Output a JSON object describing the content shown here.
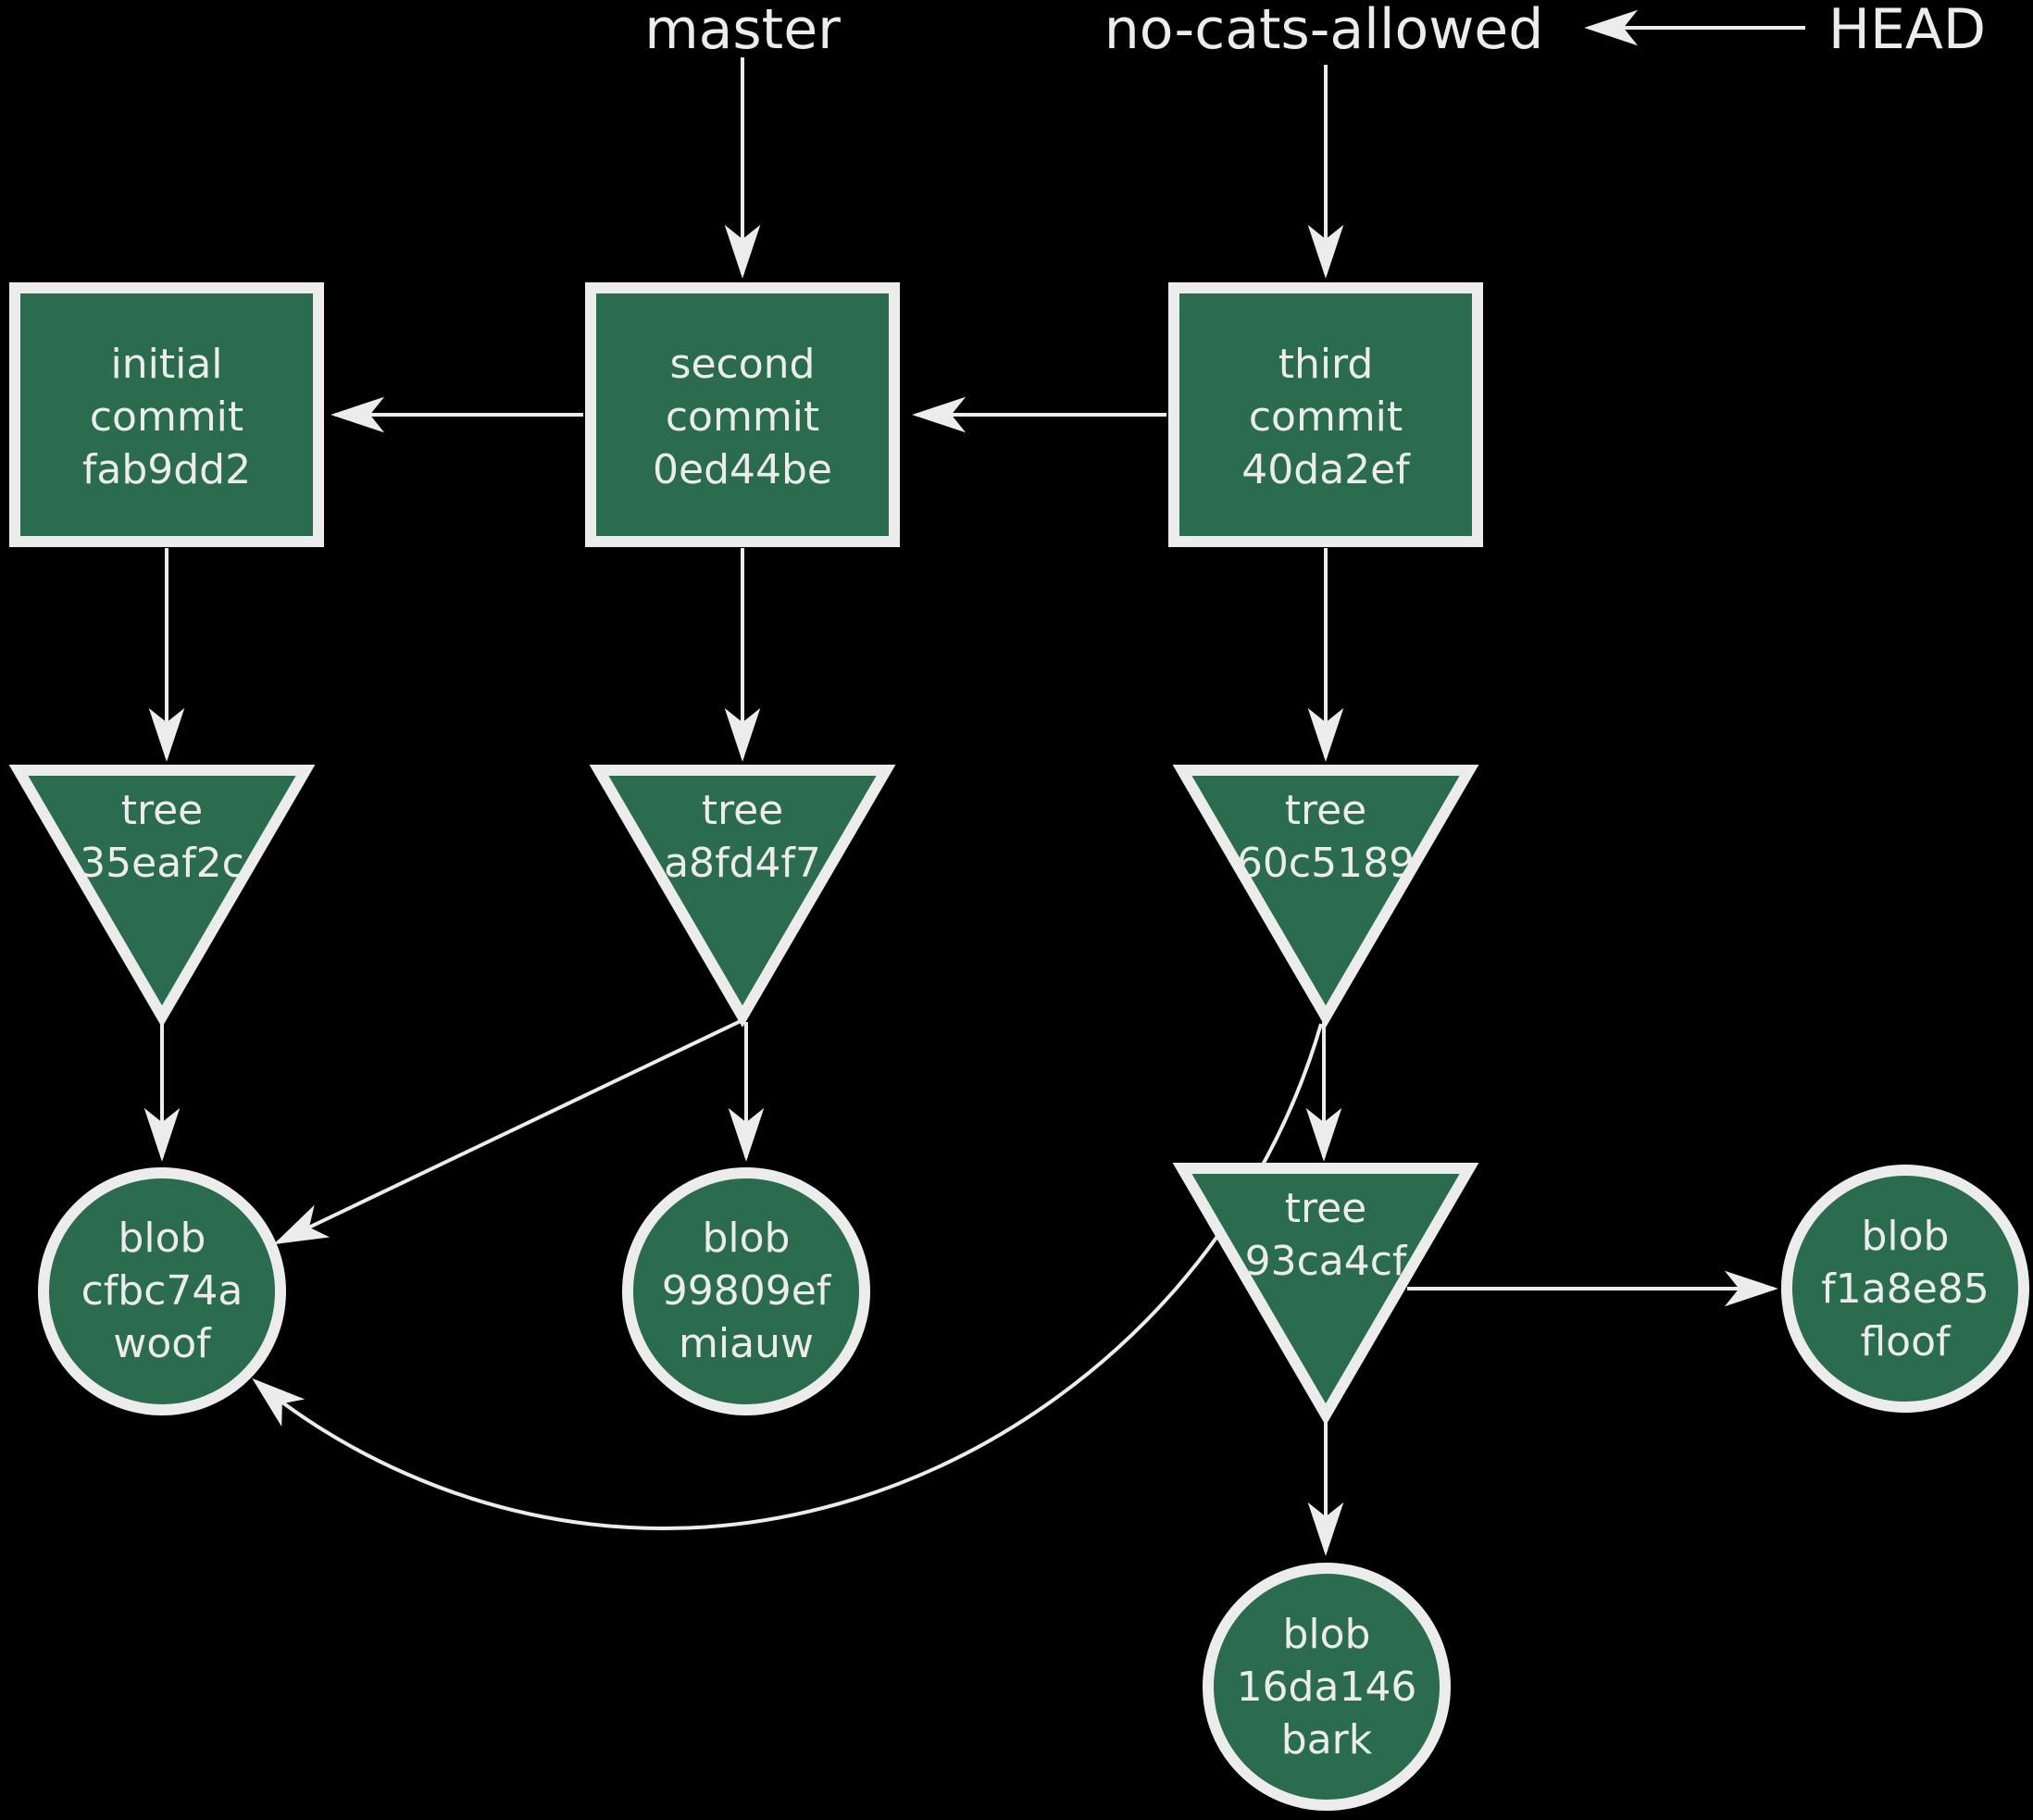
{
  "colors": {
    "background": "#000000",
    "node_fill": "#2a6c4d",
    "node_stroke": "#ececec",
    "line": "#ececec",
    "text": "#ececec"
  },
  "refs": {
    "master": "master",
    "branch": "no-cats-allowed",
    "head": "HEAD"
  },
  "nodes": {
    "commit_initial": {
      "type": "commit",
      "lines": [
        "initial",
        "commit",
        "fab9dd2"
      ]
    },
    "commit_second": {
      "type": "commit",
      "lines": [
        "second",
        "commit",
        "0ed44be"
      ]
    },
    "commit_third": {
      "type": "commit",
      "lines": [
        "third",
        "commit",
        "40da2ef"
      ]
    },
    "tree_35eaf2c": {
      "type": "tree",
      "lines": [
        "tree",
        "35eaf2c"
      ]
    },
    "tree_a8fd4f7": {
      "type": "tree",
      "lines": [
        "tree",
        "a8fd4f7"
      ]
    },
    "tree_60c5189": {
      "type": "tree",
      "lines": [
        "tree",
        "60c5189"
      ]
    },
    "tree_93ca4cf": {
      "type": "tree",
      "lines": [
        "tree",
        "93ca4cf"
      ]
    },
    "blob_woof": {
      "type": "blob",
      "lines": [
        "blob",
        "cfbc74a",
        "woof"
      ]
    },
    "blob_miauw": {
      "type": "blob",
      "lines": [
        "blob",
        "99809ef",
        "miauw"
      ]
    },
    "blob_floof": {
      "type": "blob",
      "lines": [
        "blob",
        "f1a8e85",
        "floof"
      ]
    },
    "blob_bark": {
      "type": "blob",
      "lines": [
        "blob",
        "16da146",
        "bark"
      ]
    }
  },
  "edges": [
    {
      "from": "master",
      "to": "commit_second"
    },
    {
      "from": "no-cats-allowed",
      "to": "commit_third"
    },
    {
      "from": "HEAD",
      "to": "no-cats-allowed"
    },
    {
      "from": "commit_second",
      "to": "commit_initial"
    },
    {
      "from": "commit_third",
      "to": "commit_second"
    },
    {
      "from": "commit_initial",
      "to": "tree_35eaf2c"
    },
    {
      "from": "commit_second",
      "to": "tree_a8fd4f7"
    },
    {
      "from": "commit_third",
      "to": "tree_60c5189"
    },
    {
      "from": "tree_35eaf2c",
      "to": "blob_woof"
    },
    {
      "from": "tree_a8fd4f7",
      "to": "blob_miauw"
    },
    {
      "from": "tree_a8fd4f7",
      "to": "blob_woof"
    },
    {
      "from": "tree_60c5189",
      "to": "tree_93ca4cf"
    },
    {
      "from": "tree_60c5189",
      "to": "blob_woof"
    },
    {
      "from": "tree_93ca4cf",
      "to": "blob_floof"
    },
    {
      "from": "tree_93ca4cf",
      "to": "blob_bark"
    }
  ]
}
